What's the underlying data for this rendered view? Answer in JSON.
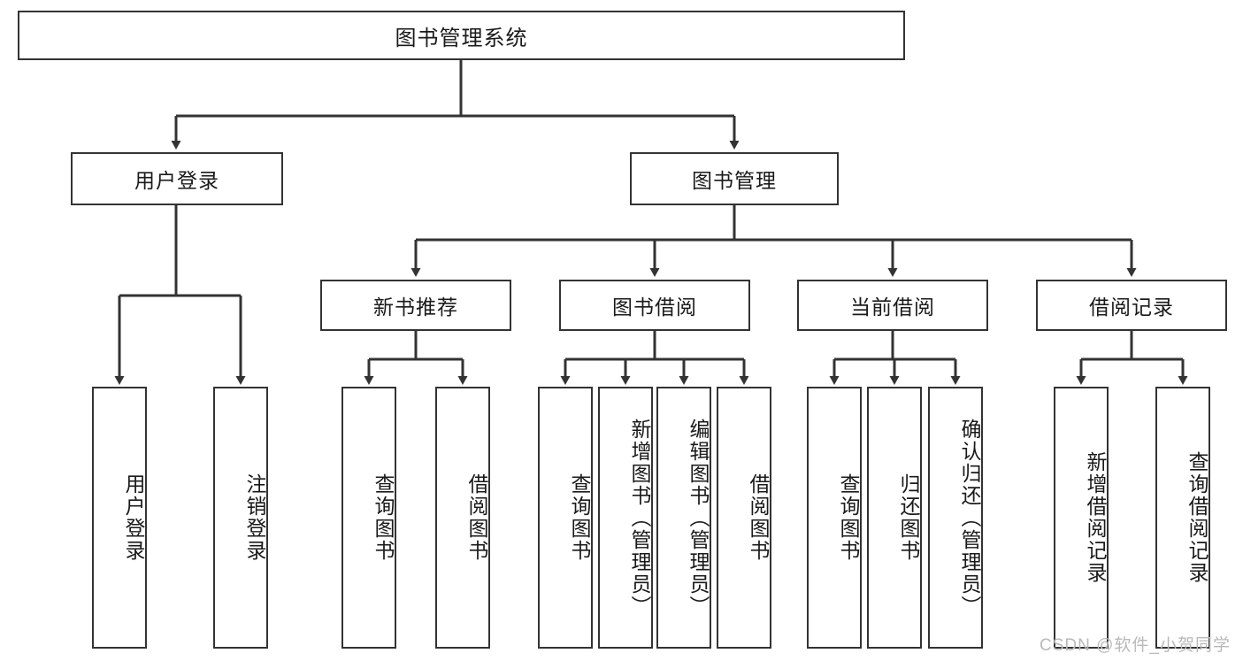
{
  "diagram": {
    "type": "tree-hierarchy-flowchart",
    "title": "图书管理系统",
    "root": {
      "id": "root",
      "label": "图书管理系统"
    },
    "level1": [
      {
        "id": "user-login",
        "label": "用户登录"
      },
      {
        "id": "book-manage",
        "label": "图书管理"
      }
    ],
    "level2": [
      {
        "id": "new-book-recommend",
        "label": "新书推荐",
        "parent": "book-manage"
      },
      {
        "id": "book-borrow",
        "label": "图书借阅",
        "parent": "book-manage"
      },
      {
        "id": "current-borrow",
        "label": "当前借阅",
        "parent": "book-manage"
      },
      {
        "id": "borrow-record",
        "label": "借阅记录",
        "parent": "book-manage"
      }
    ],
    "leaves": {
      "user-login": [
        {
          "id": "leaf-user-login",
          "label": "用户登录"
        },
        {
          "id": "leaf-logout-login",
          "label": "注销登录"
        }
      ],
      "new-book-recommend": [
        {
          "id": "leaf-query-book-1",
          "label": "查询图书"
        },
        {
          "id": "leaf-borrow-book-1",
          "label": "借阅图书"
        }
      ],
      "book-borrow": [
        {
          "id": "leaf-query-book-2",
          "label": "查询图书"
        },
        {
          "id": "leaf-add-book",
          "label": "新增图书（管理员）"
        },
        {
          "id": "leaf-edit-book",
          "label": "编辑图书（管理员）"
        },
        {
          "id": "leaf-borrow-book-2",
          "label": "借阅图书"
        }
      ],
      "current-borrow": [
        {
          "id": "leaf-query-book-3",
          "label": "查询图书"
        },
        {
          "id": "leaf-return-book",
          "label": "归还图书"
        },
        {
          "id": "leaf-confirm-return",
          "label": "确认归还（管理员）"
        }
      ],
      "borrow-record": [
        {
          "id": "leaf-add-record",
          "label": "新增借阅记录"
        },
        {
          "id": "leaf-query-record",
          "label": "查询借阅记录"
        }
      ]
    }
  },
  "watermark": {
    "text": "CSDN @软件_小贺同学"
  },
  "colors": {
    "stroke": "#333333",
    "fill": "#ffffff",
    "text": "#1a1a1a",
    "watermark": "#b9b9b9"
  }
}
